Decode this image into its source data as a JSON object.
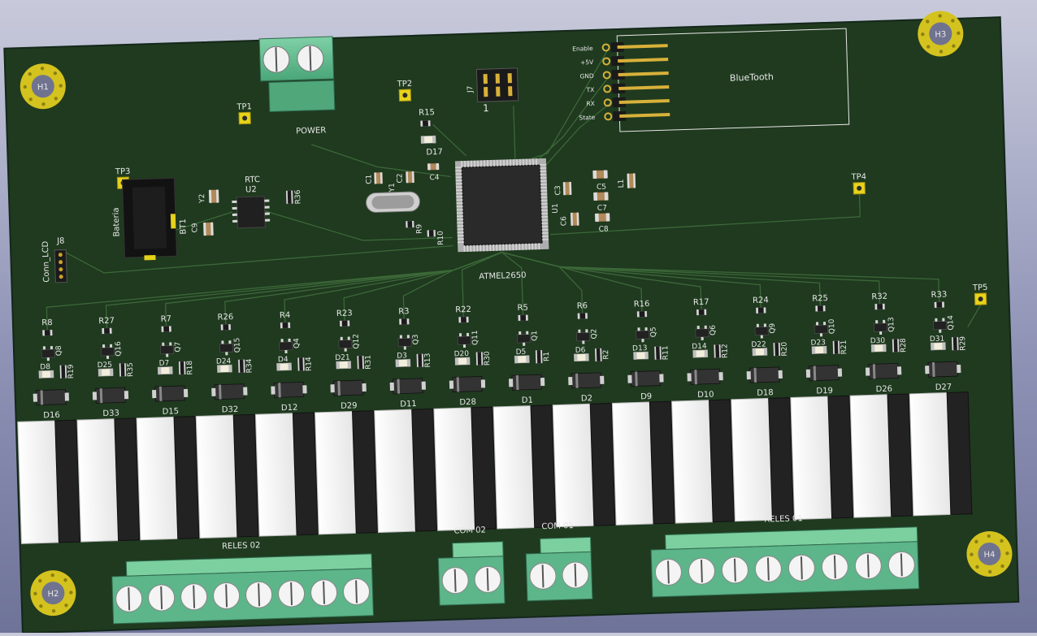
{
  "board": {
    "colors": {
      "pcb": "#1f3a1f",
      "silk": "#e8e8e8",
      "copper": "#c9a227",
      "terminal": "#5db58a",
      "relay": "#ffffff",
      "track": "#3f6a3a"
    },
    "mount_holes": [
      "H1",
      "H2",
      "H3",
      "H4"
    ],
    "test_points": [
      "TP1",
      "TP2",
      "TP3",
      "TP4",
      "TP5"
    ],
    "power_label": "POWER",
    "mcu_label": "ATMEL2650",
    "rtc_label": "RTC",
    "u2_label": "U2",
    "u1_label": "U1",
    "battery_label": "Bateria",
    "bt1_label": "BT1",
    "lcd_label": "Conn_LCD",
    "j8_label": "J8",
    "j7_label": "J7",
    "j7_pin1": "1",
    "bluetooth_label": "BlueTooth",
    "bt_pins": [
      "Enable",
      "+5V",
      "GND",
      "TX",
      "RX",
      "State"
    ],
    "top_parts": [
      {
        "ref": "R15"
      },
      {
        "ref": "D17"
      },
      {
        "ref": "C1"
      },
      {
        "ref": "C2"
      },
      {
        "ref": "Y1"
      },
      {
        "ref": "C4"
      },
      {
        "ref": "Y2"
      },
      {
        "ref": "C9"
      },
      {
        "ref": "R36"
      },
      {
        "ref": "C3"
      },
      {
        "ref": "C5"
      },
      {
        "ref": "L1"
      },
      {
        "ref": "C7"
      },
      {
        "ref": "C6"
      },
      {
        "ref": "C8"
      },
      {
        "ref": "R9"
      },
      {
        "ref": "R10"
      }
    ],
    "channels": [
      {
        "r": "R8",
        "q": "Q8",
        "d": "D8",
        "rb": "R19",
        "d2": "D16"
      },
      {
        "r": "R27",
        "q": "Q16",
        "d": "D25",
        "rb": "R35",
        "d2": "D33"
      },
      {
        "r": "R7",
        "q": "Q7",
        "d": "D7",
        "rb": "R18",
        "d2": "D15"
      },
      {
        "r": "R26",
        "q": "Q15",
        "d": "D24",
        "rb": "R34",
        "d2": "D32"
      },
      {
        "r": "R4",
        "q": "Q4",
        "d": "D4",
        "rb": "R14",
        "d2": "D12"
      },
      {
        "r": "R23",
        "q": "Q12",
        "d": "D21",
        "rb": "R31",
        "d2": "D29"
      },
      {
        "r": "R3",
        "q": "Q3",
        "d": "D3",
        "rb": "R13",
        "d2": "D11"
      },
      {
        "r": "R22",
        "q": "Q11",
        "d": "D20",
        "rb": "R30",
        "d2": "D28"
      },
      {
        "r": "R5",
        "q": "Q1",
        "d": "D5",
        "rb": "R1",
        "d2": "D1"
      },
      {
        "r": "R6",
        "q": "Q2",
        "d": "D6",
        "rb": "R2",
        "d2": "D2"
      },
      {
        "r": "R16",
        "q": "Q5",
        "d": "D13",
        "rb": "R11",
        "d2": "D9"
      },
      {
        "r": "R17",
        "q": "Q6",
        "d": "D14",
        "rb": "R12",
        "d2": "D10"
      },
      {
        "r": "R24",
        "q": "Q9",
        "d": "D22",
        "rb": "R20",
        "d2": "D18"
      },
      {
        "r": "R25",
        "q": "Q10",
        "d": "D23",
        "rb": "R21",
        "d2": "D19"
      },
      {
        "r": "R32",
        "q": "Q13",
        "d": "D30",
        "rb": "R28",
        "d2": "D26"
      },
      {
        "r": "R33",
        "q": "Q14",
        "d": "D31",
        "rb": "R29",
        "d2": "D27"
      }
    ],
    "connectors": [
      {
        "label": "RELES 02",
        "pins": 8
      },
      {
        "label": "COM 02",
        "pins": 2
      },
      {
        "label": "COM 01",
        "pins": 2
      },
      {
        "label": "RELES 01",
        "pins": 8
      }
    ]
  }
}
